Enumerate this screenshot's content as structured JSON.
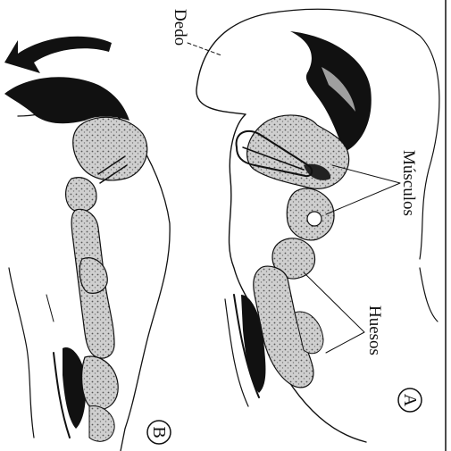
{
  "labels": {
    "dedo": "Dedo",
    "musculos": "Músculos",
    "huesos": "Huesos",
    "panel_a": "A",
    "panel_b": "B"
  },
  "colors": {
    "ink": "#111111",
    "paper": "#ffffff",
    "bone": "#d9d9d9",
    "shadow": "#6e6e6e"
  }
}
